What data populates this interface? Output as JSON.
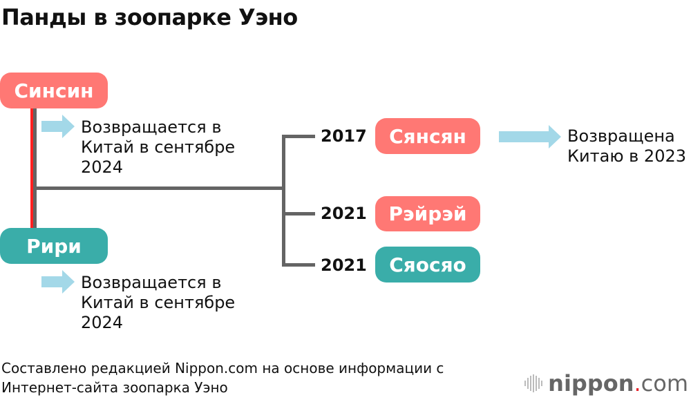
{
  "title": "Панды в зоопарке Уэно",
  "parents": [
    {
      "name": "Синсин",
      "note": [
        "Возвращается в",
        "Китай в сентябре",
        "2024"
      ]
    },
    {
      "name": "Рири",
      "note": [
        "Возвращается в",
        "Китай в сентябре",
        "2024"
      ]
    }
  ],
  "children": [
    {
      "year": "2017",
      "name": "Сянсян",
      "note": [
        "Возвращена",
        "Китаю в 2023"
      ]
    },
    {
      "year": "2021",
      "name": "Рэйрэй"
    },
    {
      "year": "2021",
      "name": "Сяосяо"
    }
  ],
  "colors": {
    "female": "#ff7874",
    "male": "#3aada9",
    "arrow": "#a3d8e8",
    "line": "#646464"
  },
  "footer": [
    "Составлено редакцией Nippon.com на основе информации с",
    "Интернет-сайта зоопарка Уэно"
  ],
  "logo": {
    "main": "nippon",
    "dot": ".",
    "suffix": "com"
  }
}
